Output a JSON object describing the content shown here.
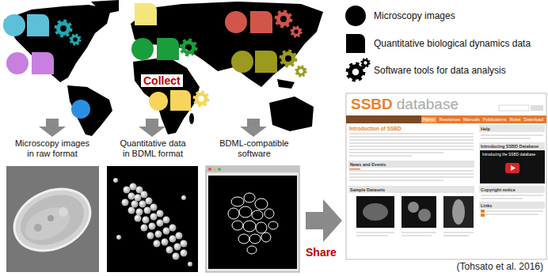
{
  "diagram": {
    "nodes": [
      {
        "text": [
          "Microscopy images in raw format"
        ]
      },
      {
        "text": [
          "Quantitative data in BDML format"
        ]
      },
      {
        "text": [
          "BDML-compatible software"
        ]
      },
      {
        "text": [
          "SSBD",
          "database"
        ]
      }
    ],
    "labels": [
      "Collect",
      "Share",
      "(Tohsato et al. 2016)",
      "Home",
      "Resources",
      "Manuals",
      "Publications",
      "Rules",
      "Download",
      "Introduction of SSBD",
      "News and Events",
      "Sample Datasets",
      "Help",
      "Introducing SSBD Database",
      "Introducing the SSBD database",
      "Copyright notice",
      "Links"
    ],
    "legend": [
      {
        "text": "Microscopy images"
      },
      {
        "text": "Quantitative biological dynamics data"
      },
      {
        "text": "Software tools for data analysis"
      }
    ]
  }
}
